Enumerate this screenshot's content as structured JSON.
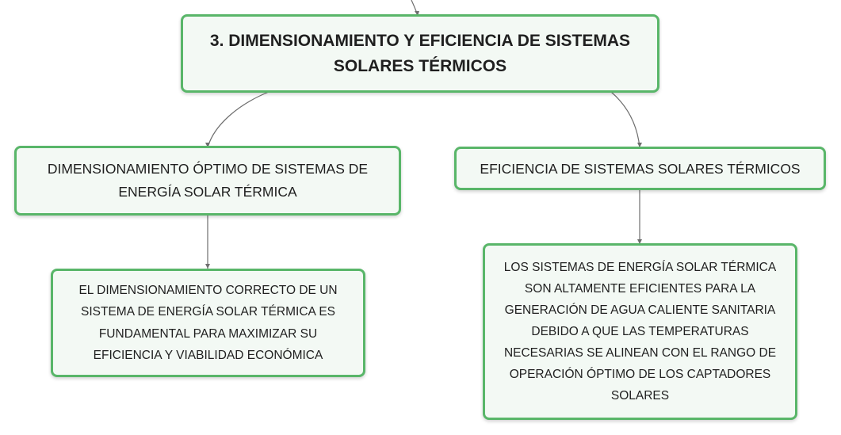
{
  "mindmap": {
    "root": {
      "text": "3. DIMENSIONAMIENTO Y EFICIENCIA DE SISTEMAS\nSOLARES TÉRMICOS"
    },
    "left_branch": {
      "text": "DIMENSIONAMIENTO ÓPTIMO DE SISTEMAS DE\nENERGÍA SOLAR TÉRMICA",
      "child": {
        "text": "EL DIMENSIONAMIENTO CORRECTO DE UN\nSISTEMA DE ENERGÍA SOLAR TÉRMICA ES\nFUNDAMENTAL PARA MAXIMIZAR SU\nEFICIENCIA Y VIABILIDAD ECONÓMICA"
      }
    },
    "right_branch": {
      "text": "EFICIENCIA DE SISTEMAS SOLARES TÉRMICOS",
      "child": {
        "text": "LOS SISTEMAS DE ENERGÍA SOLAR TÉRMICA\nSON ALTAMENTE EFICIENTES PARA LA\nGENERACIÓN DE AGUA CALIENTE SANITARIA\nDEBIDO A QUE LAS TEMPERATURAS\nNECESARIAS SE ALINEAN CON EL RANGO DE\nOPERACIÓN ÓPTIMO DE LOS CAPTADORES\nSOLARES"
      }
    }
  },
  "colors": {
    "node_border": "#59b669",
    "node_fill": "#f3f9f4",
    "connector": "#6e6e6e"
  }
}
